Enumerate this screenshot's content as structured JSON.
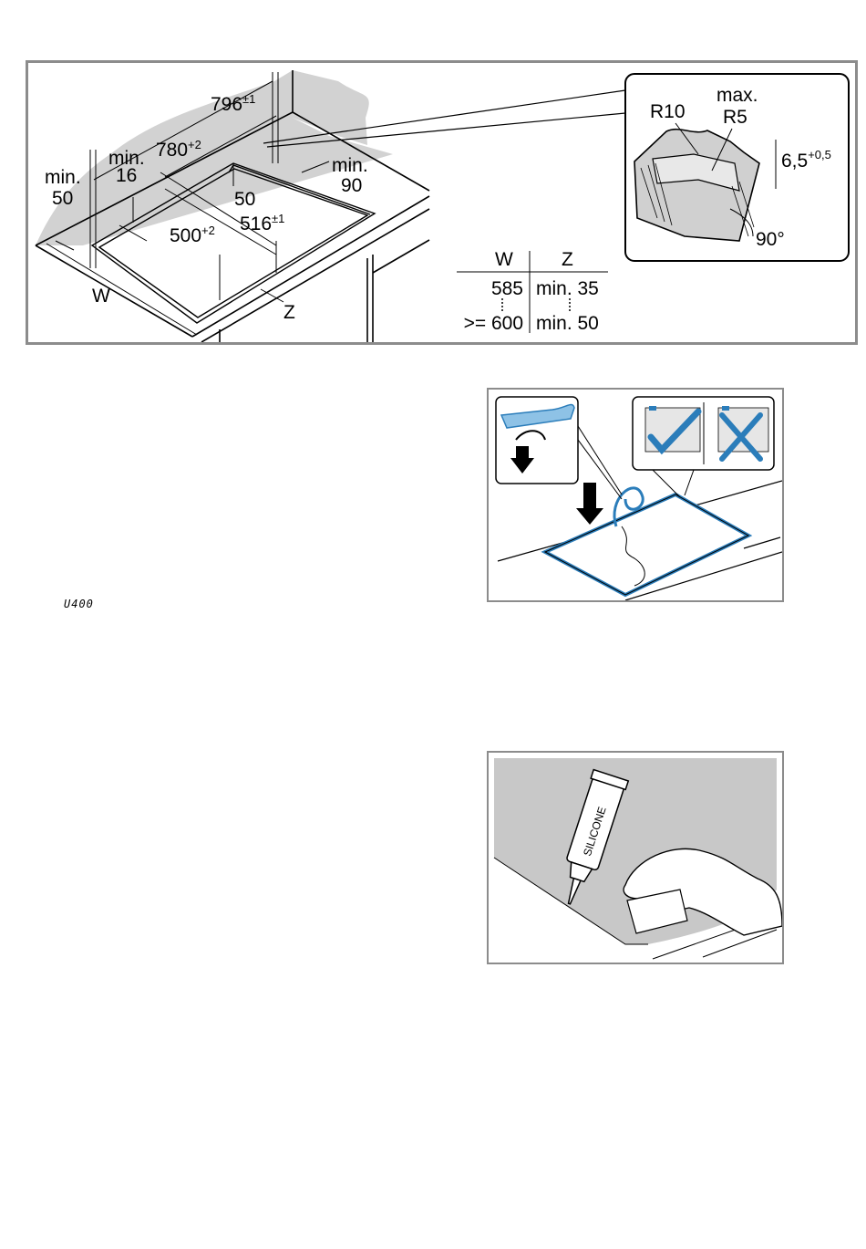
{
  "main_figure": {
    "dim_796": "796",
    "dim_796_tol": "±1",
    "dim_780": "780",
    "dim_780_tol": "+2",
    "min_16_a": "min.",
    "min_16_b": "16",
    "min_50_a": "min.",
    "min_50_b": "50",
    "dim_50": "50",
    "min_90_a": "min.",
    "min_90_b": "90",
    "dim_516": "516",
    "dim_516_tol": "±1",
    "dim_500": "500",
    "dim_500_tol": "+2",
    "label_w": "W",
    "label_z": "Z",
    "detail_r10": "R10",
    "detail_max": "max.",
    "detail_r5": "R5",
    "detail_depth": "6,5",
    "detail_depth_tol": "+0,5",
    "detail_angle": "90°",
    "table": {
      "headers": [
        "W",
        "Z"
      ],
      "rows": [
        [
          "585",
          "min. 35"
        ],
        [
          ">= 600",
          "min. 50"
        ]
      ]
    }
  },
  "silicone_figure": {
    "tube_label": "SILICONE"
  },
  "code_label": "U400"
}
